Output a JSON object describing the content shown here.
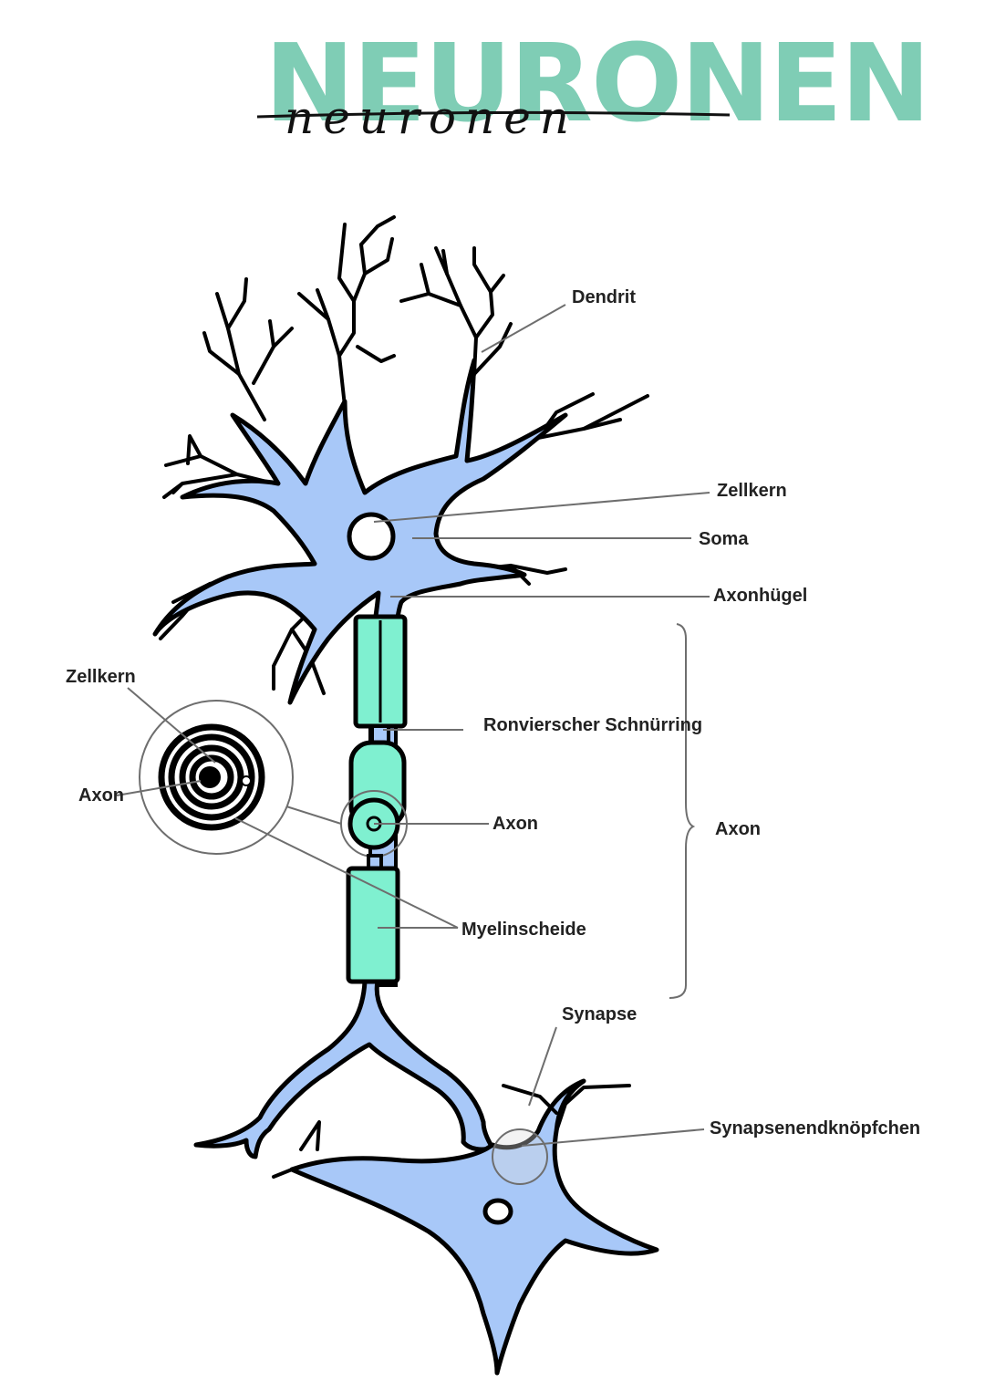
{
  "title": "NEURONEN",
  "subtitle": "neuronen",
  "colors": {
    "cell_body": "#a8c8f8",
    "myelin": "#7ff0d0",
    "title": "#7fcdb5",
    "outline": "#000000",
    "leader": "#6e6e6e"
  },
  "labels": {
    "dendrit": "Dendrit",
    "zellkern": "Zellkern",
    "soma": "Soma",
    "axonhuegel": "Axonhügel",
    "ranvier": "Ronvierscher Schnürring",
    "axon_center": "Axon",
    "axon_brace": "Axon",
    "myelinscheide": "Myelinscheide",
    "synapse": "Synapse",
    "synapsenendknoepfchen": "Synapsenendknöpfchen",
    "cross_section_zellkern": "Zellkern",
    "cross_section_axon": "Axon"
  }
}
